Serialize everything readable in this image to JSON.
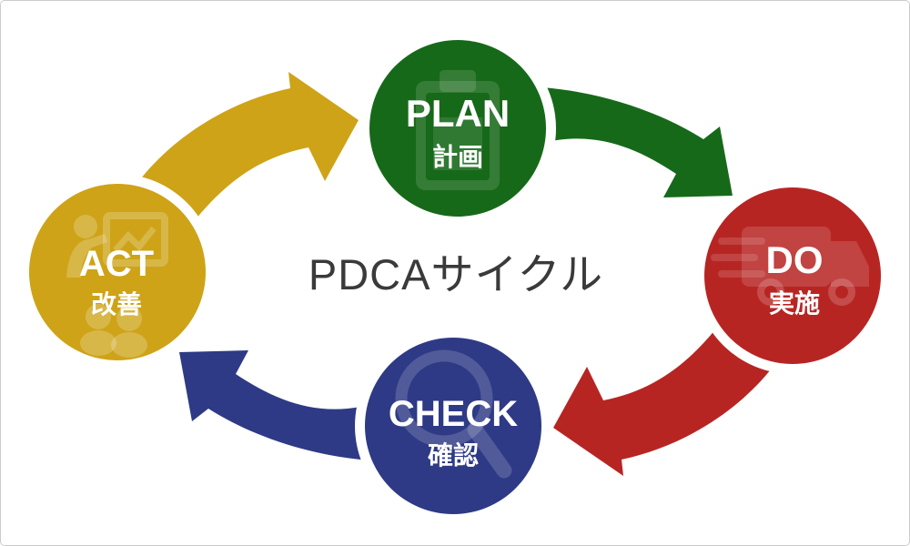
{
  "diagram": {
    "title": "PDCAサイクル",
    "title_color": "#3a3a3a",
    "background": "#ffffff",
    "border_color": "#cccccc"
  },
  "nodes": [
    {
      "id": "plan",
      "label": "PLAN",
      "sublabel": "計画",
      "color": "#17691a",
      "icon": "clipboard-icon"
    },
    {
      "id": "do",
      "label": "DO",
      "sublabel": "実施",
      "color": "#b72523",
      "icon": "truck-icon"
    },
    {
      "id": "check",
      "label": "CHECK",
      "sublabel": "確認",
      "color": "#2e3a85",
      "icon": "magnifier-icon"
    },
    {
      "id": "act",
      "label": "ACT",
      "sublabel": "改善",
      "color": "#cea317",
      "icon": "presentation-icon"
    }
  ],
  "arrows": [
    {
      "name": "act-to-plan",
      "from": "ACT",
      "to": "PLAN",
      "color": "#cea317"
    },
    {
      "name": "plan-to-do",
      "from": "PLAN",
      "to": "DO",
      "color": "#17691a"
    },
    {
      "name": "do-to-check",
      "from": "DO",
      "to": "CHECK",
      "color": "#b72523"
    },
    {
      "name": "check-to-act",
      "from": "CHECK",
      "to": "ACT",
      "color": "#2e3a85"
    }
  ]
}
